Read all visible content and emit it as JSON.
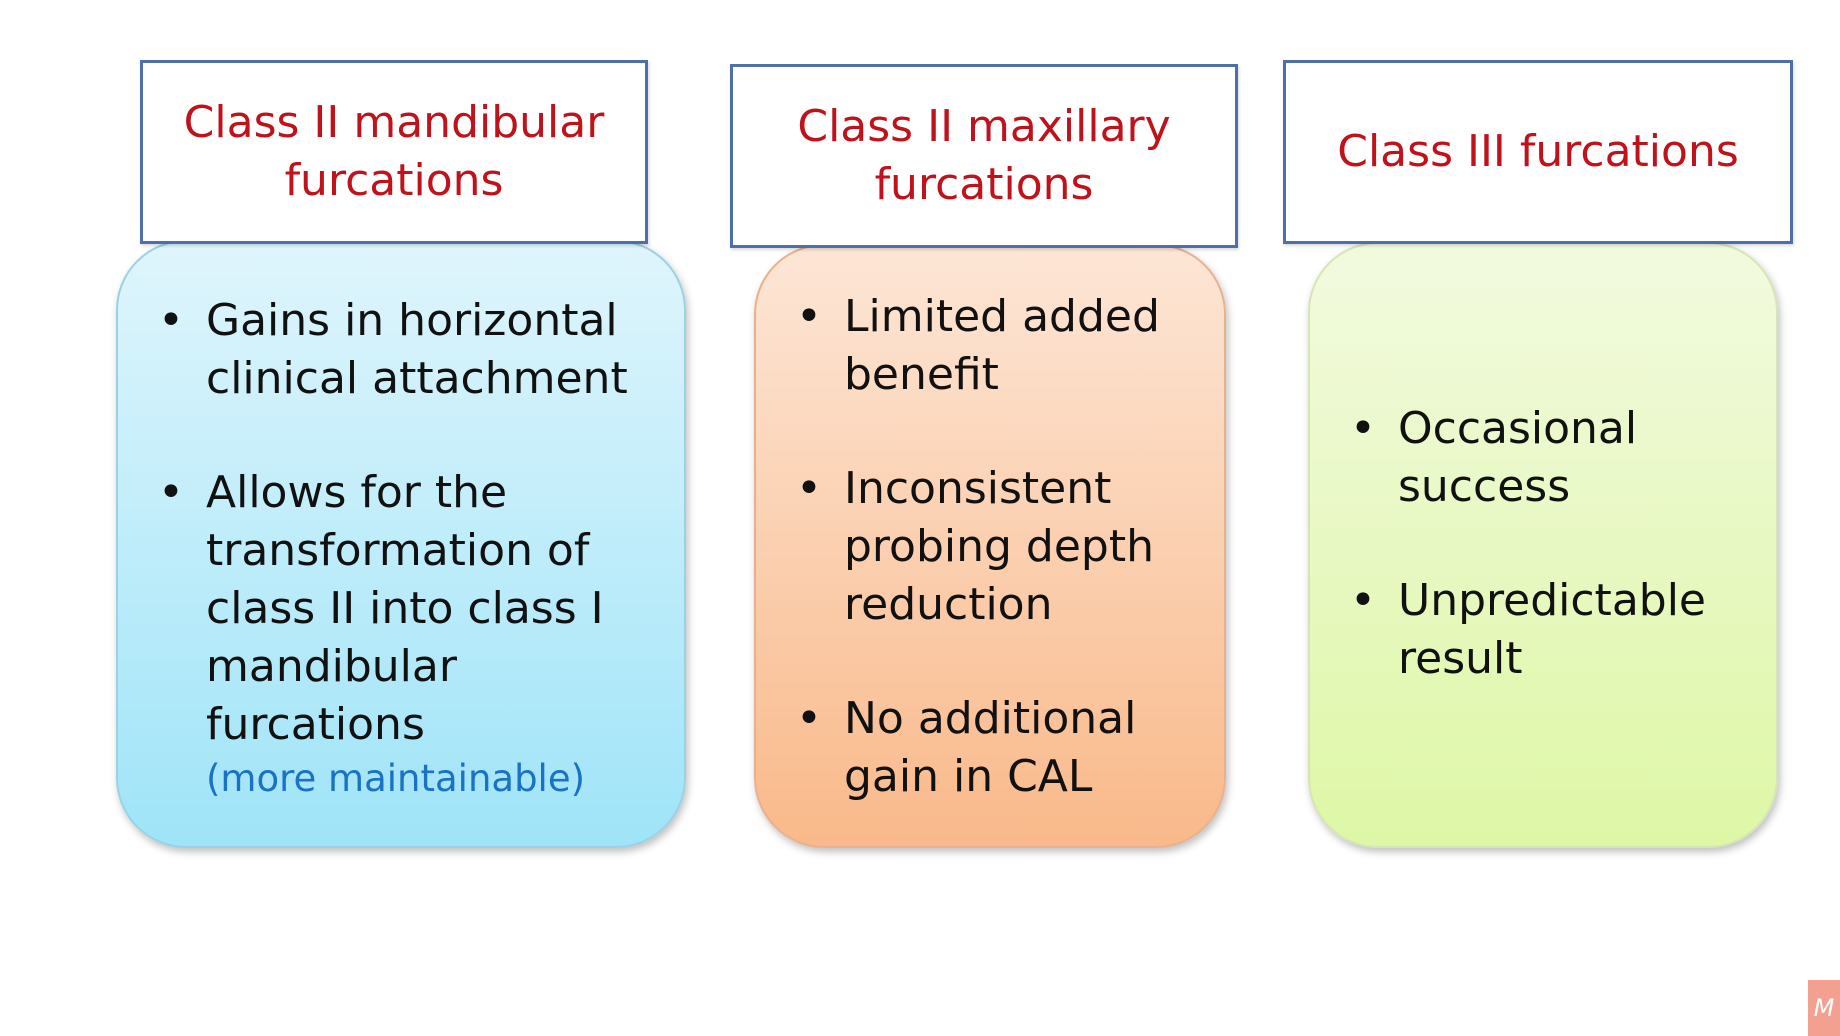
{
  "columns": [
    {
      "header": "Class II mandibular furcations",
      "header_lines": [
        "Class II mandibular",
        "furcations"
      ],
      "bullets": [
        "Gains in horizontal clinical attachment",
        "Allows for the transformation of class II into class I mandibular furcations"
      ],
      "note": "(more maintainable)"
    },
    {
      "header": "Class II maxillary furcations",
      "header_lines": [
        "Class II maxillary",
        "furcations"
      ],
      "bullets": [
        "Limited added benefit",
        "Inconsistent probing depth reduction",
        "No additional gain in CAL"
      ]
    },
    {
      "header": "Class III furcations",
      "header_lines": [
        "Class III furcations"
      ],
      "bullets": [
        "Occasional success",
        "Unpredictable result"
      ]
    }
  ],
  "bullet_glyph": "•",
  "colors": {
    "header_text": "#c0121b",
    "header_border": "#4f6fa8",
    "note_text": "#1a72c4",
    "card_blue": "#9fe4f8",
    "card_orange": "#f9b98a",
    "card_green": "#def7a6"
  },
  "watermark": {
    "icon": "logo-icon",
    "glyph": "M"
  }
}
